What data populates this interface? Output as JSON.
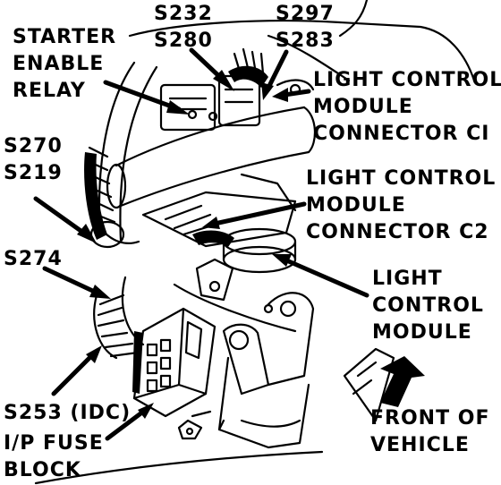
{
  "colors": {
    "ink": "#000000",
    "paper": "#ffffff"
  },
  "callouts": {
    "s232": "S232",
    "s280": "S280",
    "s297": "S297",
    "s283": "S283",
    "starter_enable_relay": [
      "STARTER",
      "ENABLE",
      "RELAY"
    ],
    "s270": "S270",
    "s219": "S219",
    "s274": "S274",
    "s253": "S253 (IDC)",
    "ip_fuse_block": [
      "I/P FUSE",
      "BLOCK"
    ],
    "light_control_module_connector_c1": [
      "LIGHT CONTROL",
      "MODULE",
      "CONNECTOR CI"
    ],
    "light_control_module_connector_c2": [
      "LIGHT CONTROL",
      "MODULE",
      "CONNECTOR C2"
    ],
    "light_control_module": [
      "LIGHT",
      "CONTROL",
      "MODULE"
    ],
    "front_of_vehicle": [
      "FRONT OF",
      "VEHICLE"
    ]
  }
}
